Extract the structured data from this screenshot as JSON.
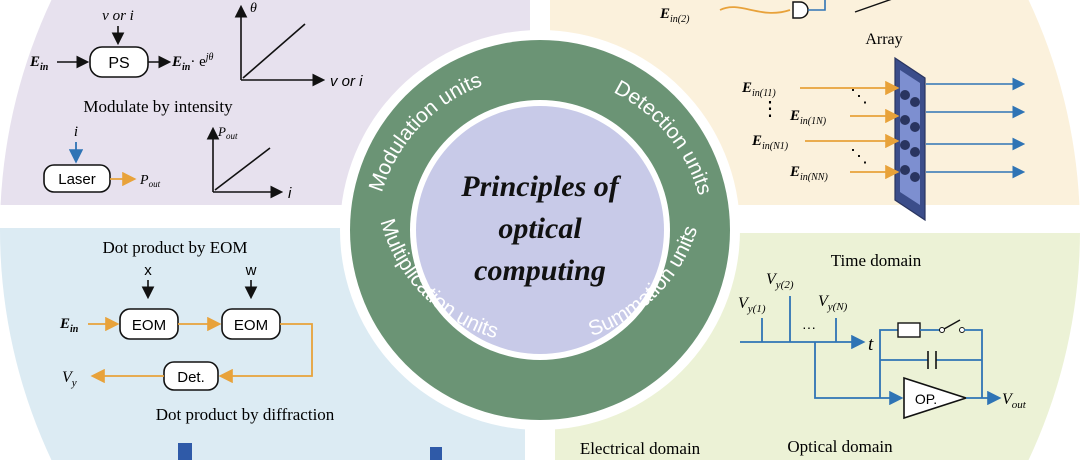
{
  "center": {
    "title_lines": [
      "Principles of",
      "optical",
      "computing"
    ]
  },
  "ring": {
    "modulation": "Modulation units",
    "detection": "Detection units",
    "summation": "Summation units",
    "multiplication": "Multiplication units"
  },
  "modulation": {
    "v_or_i_top": "v or i",
    "ps_box": "PS",
    "e_in": "E",
    "e_in_sub": "in",
    "e_out_suffix": "· e",
    "e_out_exp": "jθ",
    "theta_axis": "θ",
    "v_or_i_axis": "v or i",
    "modulate_by_intensity": "Modulate by intensity",
    "i_top": "i",
    "laser_box": "Laser",
    "p_out": "P",
    "p_out_sub": "out",
    "p_out_axis": "P",
    "p_out_axis_sub": "out",
    "i_axis": "i"
  },
  "detection": {
    "e_in_2": "E",
    "e_in_2_sub": "in(2)",
    "array_label": "Array",
    "e_in_11": "E",
    "e_in_11_sub": "in(11)",
    "e_in_1n": "E",
    "e_in_1n_sub": "in(1N)",
    "e_in_n1": "E",
    "e_in_n1_sub": "in(N1)",
    "e_in_nn": "E",
    "e_in_nn_sub": "in(NN)",
    "vdots": "⋮",
    "ddots": "⋱"
  },
  "multiplication": {
    "dot_product_eom": "Dot product by EOM",
    "x_label": "x",
    "w_label": "w",
    "eom1": "EOM",
    "eom2": "EOM",
    "e_in": "E",
    "e_in_sub": "in",
    "det_box": "Det.",
    "v_y": "V",
    "v_y_sub": "y",
    "dot_product_diffraction": "Dot product by diffraction"
  },
  "summation": {
    "time_domain": "Time domain",
    "vy1": "V",
    "vy1_sub": "y(1)",
    "vy2": "V",
    "vy2_sub": "y(2)",
    "vyn": "V",
    "vyn_sub": "y(N)",
    "dots": "···",
    "t_axis": "t",
    "op_box": "OP.",
    "v_out": "V",
    "v_out_sub": "out",
    "electrical_domain": "Electrical domain",
    "optical_domain": "Optical domain"
  },
  "colors": {
    "quad_modulation": "#e7e1ee",
    "quad_detection": "#fbf1dc",
    "quad_multiplication": "#dcebf3",
    "quad_summation": "#ecf2d6",
    "ring": "#6b9475",
    "ring_text": "#ffffff",
    "inner_circle": "#c8cae8",
    "orange": "#e8a23a",
    "blue": "#2f74b5"
  }
}
